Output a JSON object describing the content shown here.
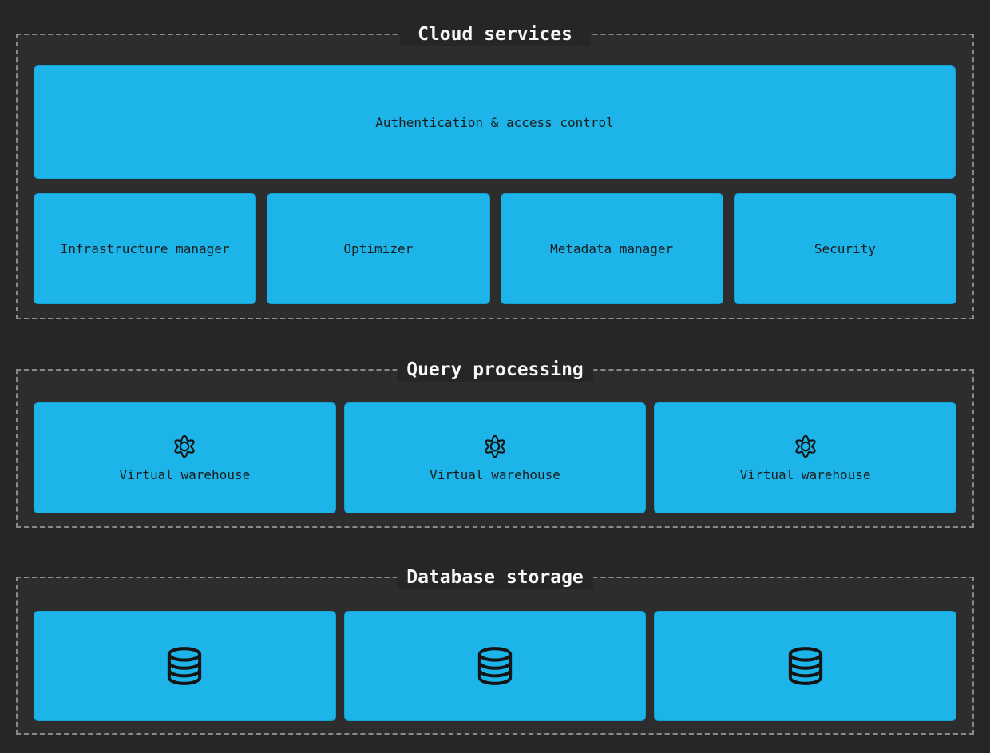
{
  "sections": {
    "cloud": {
      "title": "Cloud services",
      "auth": {
        "label": "Authentication & access control"
      },
      "row": [
        {
          "label": "Infrastructure manager"
        },
        {
          "label": "Optimizer"
        },
        {
          "label": "Metadata manager"
        },
        {
          "label": "Security"
        }
      ]
    },
    "query": {
      "title": "Query processing",
      "warehouses": [
        {
          "icon": "gear-icon",
          "label": "Virtual warehouse"
        },
        {
          "icon": "gear-icon",
          "label": "Virtual warehouse"
        },
        {
          "icon": "gear-icon",
          "label": "Virtual warehouse"
        }
      ]
    },
    "storage": {
      "title": "Database storage",
      "databases": [
        {
          "icon": "database-icon"
        },
        {
          "icon": "database-icon"
        },
        {
          "icon": "database-icon"
        }
      ]
    }
  },
  "colors": {
    "background": "#262626",
    "section_fill": "#2d2d2d",
    "section_border": "#8a8a8a",
    "node_fill": "#1db4e9",
    "node_border": "#14a3d6",
    "node_text": "#1b1b1b",
    "title_text": "#f7f7f7",
    "icon_stroke": "#141414"
  }
}
